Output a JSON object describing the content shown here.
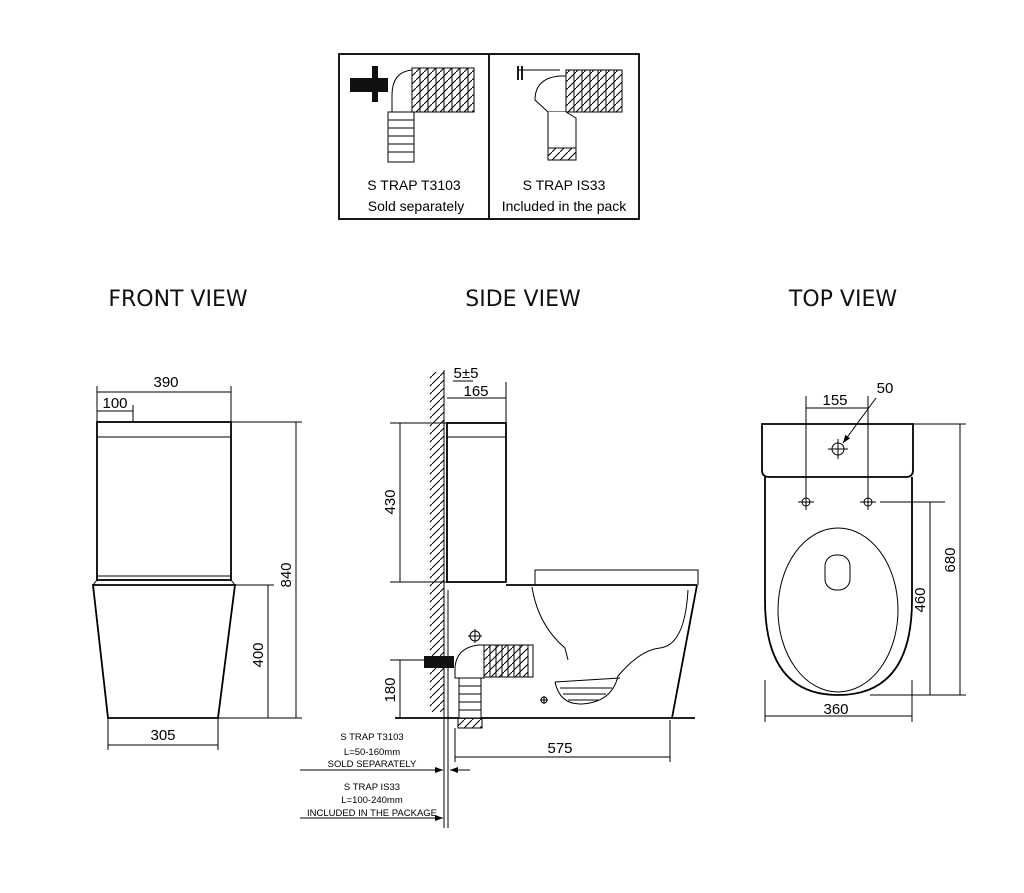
{
  "trap_box": {
    "left": {
      "name": "S TRAP T3103",
      "note": "Sold separately"
    },
    "right": {
      "name": "S TRAP IS33",
      "note": "Included in the pack"
    }
  },
  "views": {
    "front": {
      "title": "FRONT VIEW",
      "dims": {
        "width_top": "390",
        "offset": "100",
        "height_total": "840",
        "height_bowl": "400",
        "width_base": "305"
      }
    },
    "side": {
      "title": "SIDE VIEW",
      "dims": {
        "gap": "5±5",
        "tank_depth": "165",
        "tank_height": "430",
        "outlet_height": "180",
        "depth": "575"
      },
      "notes": {
        "t3103": [
          "S TRAP T3103",
          "L=50-160mm",
          "SOLD  SEPARATELY"
        ],
        "is33": [
          "S TRAP IS33",
          "L=100-240mm",
          "INCLUDED IN  THE PACKAGE"
        ]
      }
    },
    "top": {
      "title": "TOP VIEW",
      "dims": {
        "hole_spacing": "155",
        "hole_dia": "50",
        "depth_total": "680",
        "depth_bowl": "460",
        "width": "360"
      }
    }
  }
}
